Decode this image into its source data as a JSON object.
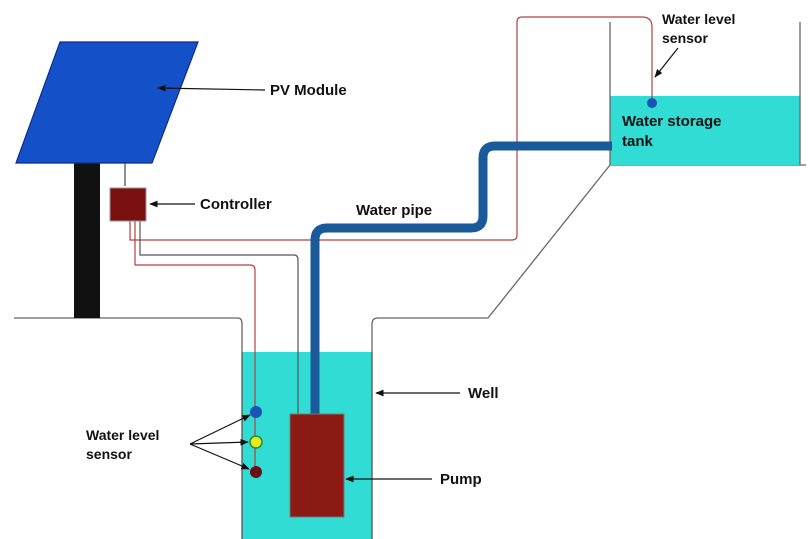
{
  "labels": {
    "pv_module": "PV Module",
    "controller": "Controller",
    "water_pipe": "Water pipe",
    "well": "Well",
    "pump": "Pump",
    "tank_line1": "Water storage",
    "tank_line2": "tank",
    "tank_sensor_line1": "Water level",
    "tank_sensor_line2": "sensor",
    "well_sensor_line1": "Water level",
    "well_sensor_line2": "sensor"
  },
  "colors": {
    "panel": "#1450c8",
    "pole": "#111111",
    "controller": "#7a1010",
    "pipe": "#1a5a9a",
    "water": "#30dcd4",
    "pump": "#8b1a14",
    "wire_red": "#b54040",
    "wire_dark": "#555555",
    "sensor_blue": "#1a52b8",
    "sensor_yellow": "#e8e820",
    "sensor_dark_red": "#6a1010"
  }
}
